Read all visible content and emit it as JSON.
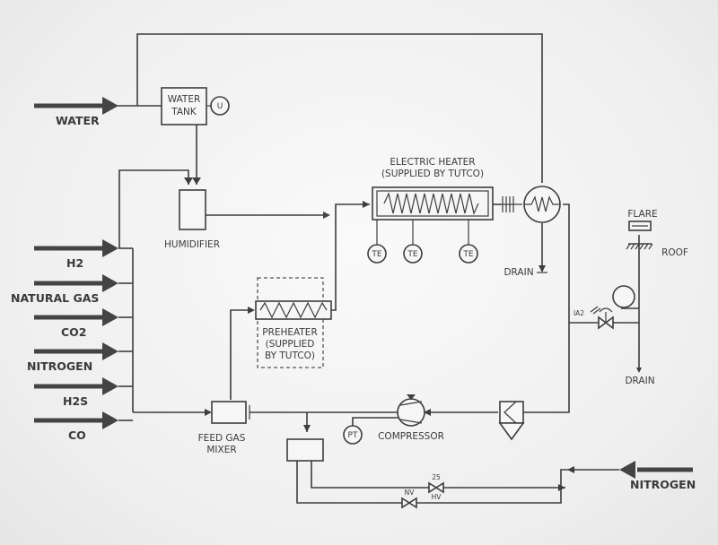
{
  "inputs": {
    "water": "WATER",
    "h2": "H2",
    "natural_gas": "NATURAL GAS",
    "co2": "CO2",
    "nitrogen": "NITROGEN",
    "h2s": "H2S",
    "co": "CO",
    "nitrogen_purge": "NITROGEN"
  },
  "equipment": {
    "water_tank_line1": "WATER",
    "water_tank_line2": "TANK",
    "water_tank_instrument": "U",
    "humidifier": "HUMIDIFIER",
    "electric_heater_line1": "ELECTRIC HEATER",
    "electric_heater_line2": "(SUPPLIED BY TUTCO)",
    "preheater_line1": "PREHEATER",
    "preheater_line2": "(SUPPLIED",
    "preheater_line3": "BY TUTCO)",
    "feed_gas_mixer_line1": "FEED GAS",
    "feed_gas_mixer_line2": "MIXER",
    "compressor": "COMPRESSOR",
    "flare": "FLARE",
    "roof": "ROOF"
  },
  "instruments": {
    "te1": "TE",
    "te2": "TE",
    "te3": "TE",
    "pt": "PT",
    "ia2": "IA2"
  },
  "drains": {
    "drain_heater": "DRAIN",
    "drain_flare": "DRAIN"
  },
  "valves": {
    "hv_number": "25",
    "hv_label": "HV",
    "nv_label": "NV"
  }
}
